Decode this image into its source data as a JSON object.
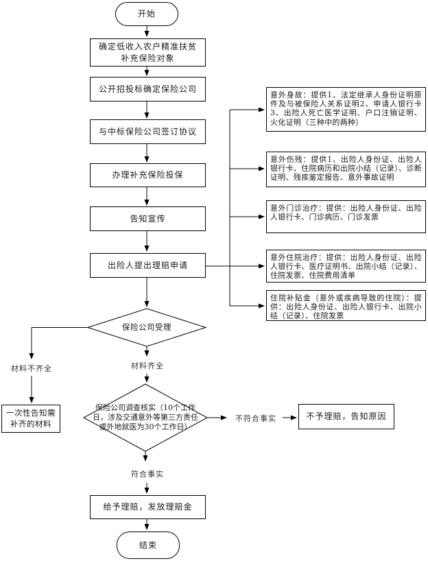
{
  "flowchart": {
    "nodes": {
      "start": "开始",
      "determine_target": "确定低收入农户精准扶贫补充保险对象",
      "bidding": "公开招投标确定保险公司",
      "agreement": "与中标保险公司签订协议",
      "apply_insurance": "办理补充保险投保",
      "publicity": "告知宣传",
      "claim_request": "出险人提出理赔申请",
      "company_accept": "保险公司受理",
      "notify_missing": "一次性告知需补齐的材料",
      "investigate": "保险公司调查核实（10个工作日，涉及交通意外等第三方责任或外地就医为30个工作日）",
      "reject": "不予理赔，告知原因",
      "pay": "给予理赔，发放理赔金",
      "end": "结束"
    },
    "branch_labels": {
      "materials_incomplete": "材料不齐全",
      "materials_complete": "材料齐全",
      "not_factual": "不符合事实",
      "factual": "符合事实"
    },
    "claim_requirements": [
      "意外身故：提供1、法定继承人身份证明原件及与被保险人关系证明2、申请人银行卡3、出险人死亡医学证明、户口注销证明、火化证明（三种中的两种）",
      "意外伤残：提供1、出险人身份证、出险人银行卡、住院病历和出院小结（记录）、诊断证明、残疾鉴定报告、意外事故证明",
      "意外门诊治疗：提供：出险人身份证、出险人银行卡、门诊病历、门诊发票",
      "意外住院治疗：提供：出险人身份证、出险人银行卡、医疗证明书、出院小结（记录）、住院发票、住院费用清单",
      "住院补贴金（意外或疾病导致的住院）：提供：出险人身份证、出险人银行卡、出院小结（记录）、住院发票"
    ],
    "colors": {
      "line": "#000000",
      "node_fill": "#ffffff",
      "text": "#1a1a1a",
      "background": "#ffffff"
    }
  }
}
